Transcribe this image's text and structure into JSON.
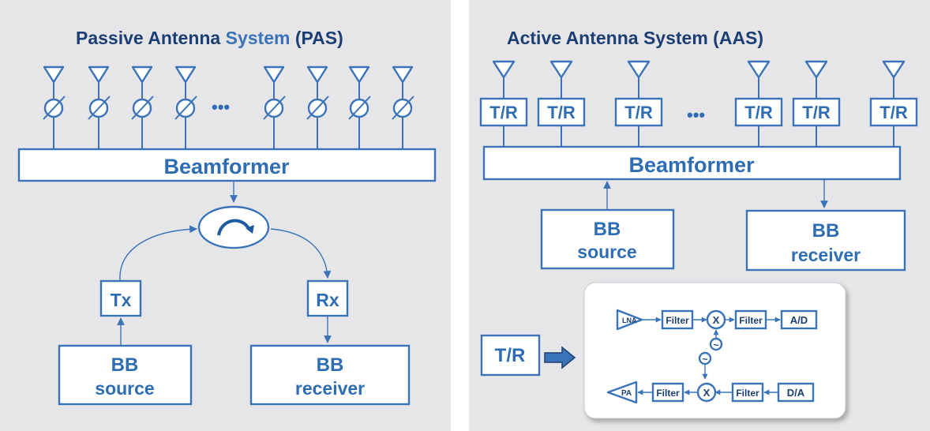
{
  "pas": {
    "title_a": "Passive Antenna ",
    "title_b": "System",
    "title_c": " (PAS)",
    "ellipsis": "•••",
    "beamformer": "Beamformer",
    "tx": "Tx",
    "rx": "Rx",
    "source_l1": "BB",
    "source_l2": "source",
    "receiver_l1": "BB",
    "receiver_l2": "receiver"
  },
  "aas": {
    "title": "Active Antenna System (AAS)",
    "tr": "T/R",
    "ellipsis": "•••",
    "beamformer": "Beamformer",
    "source_l1": "BB",
    "source_l2": "source",
    "receiver_l1": "BB",
    "receiver_l2": "receiver",
    "tr_detail": {
      "tr_label": "T/R",
      "lna": "LNA",
      "pa": "PA",
      "filter": "Filter",
      "mixer": "X",
      "lo": "~",
      "ad": "A/D",
      "da": "D/A"
    }
  }
}
